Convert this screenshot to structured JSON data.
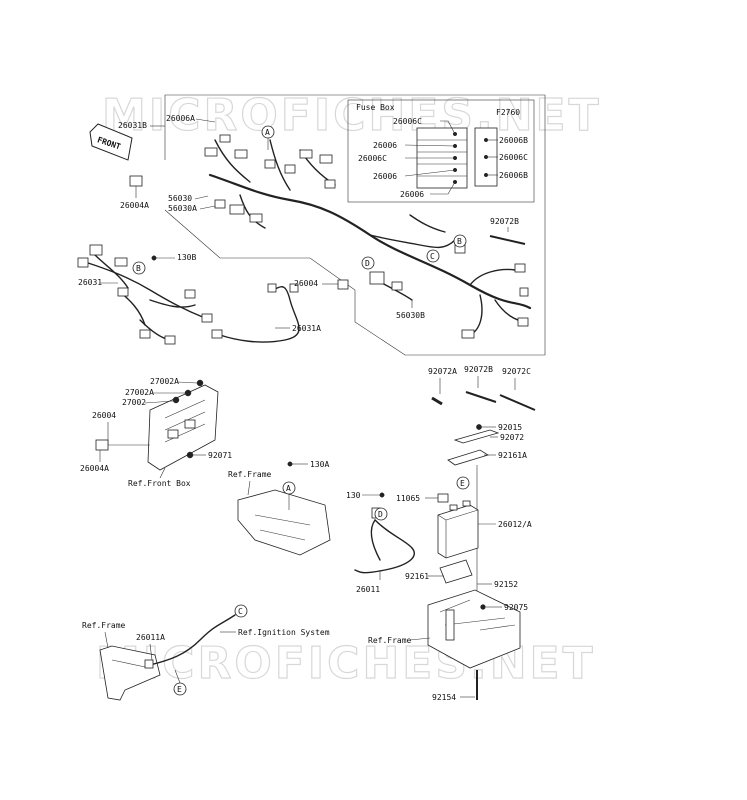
{
  "watermark": {
    "top": "MICROFICHES.NET",
    "bottom": "MICROFICHES.NET"
  },
  "front_arrow": "FRONT",
  "fuse_box": {
    "title": "Fuse Box",
    "ref": "F2760",
    "left_labels": [
      "26006C",
      "26006",
      "26006C",
      "26006",
      "26006"
    ],
    "right_labels": [
      "26006B",
      "26006C",
      "26006B"
    ]
  },
  "callouts": {
    "A": "A",
    "B": "B",
    "C": "C",
    "D": "D",
    "E": "E"
  },
  "labels": {
    "p26031B": "26031B",
    "p26006A": "26006A",
    "p26004A_top": "26004A",
    "p56030": "56030",
    "p56030A": "56030A",
    "p130B": "130B",
    "p26031": "26031",
    "p26004_mid": "26004",
    "p56030B": "56030B",
    "p26031A": "26031A",
    "p92072B_top": "92072B",
    "p92072A": "92072A",
    "p92072B": "92072B",
    "p92072C": "92072C",
    "p27002A_1": "27002A",
    "p27002A_2": "27002A",
    "p27002": "27002",
    "p26004_left": "26004",
    "p26004A_left": "26004A",
    "p92071": "92071",
    "ref_front_box": "Ref.Front Box",
    "ref_frame_1": "Ref.Frame",
    "p130A": "130A",
    "p92015": "92015",
    "p92072": "92072",
    "p92161A": "92161A",
    "p130": "130",
    "p11065": "11065",
    "p26012A": "26012/A",
    "p92161": "92161",
    "p26011": "26011",
    "p92152": "92152",
    "p92075": "92075",
    "ref_frame_2": "Ref.Frame",
    "ref_frame_3": "Ref.Frame",
    "p26011A": "26011A",
    "ref_ignition": "Ref.Ignition System",
    "p92154": "92154"
  }
}
